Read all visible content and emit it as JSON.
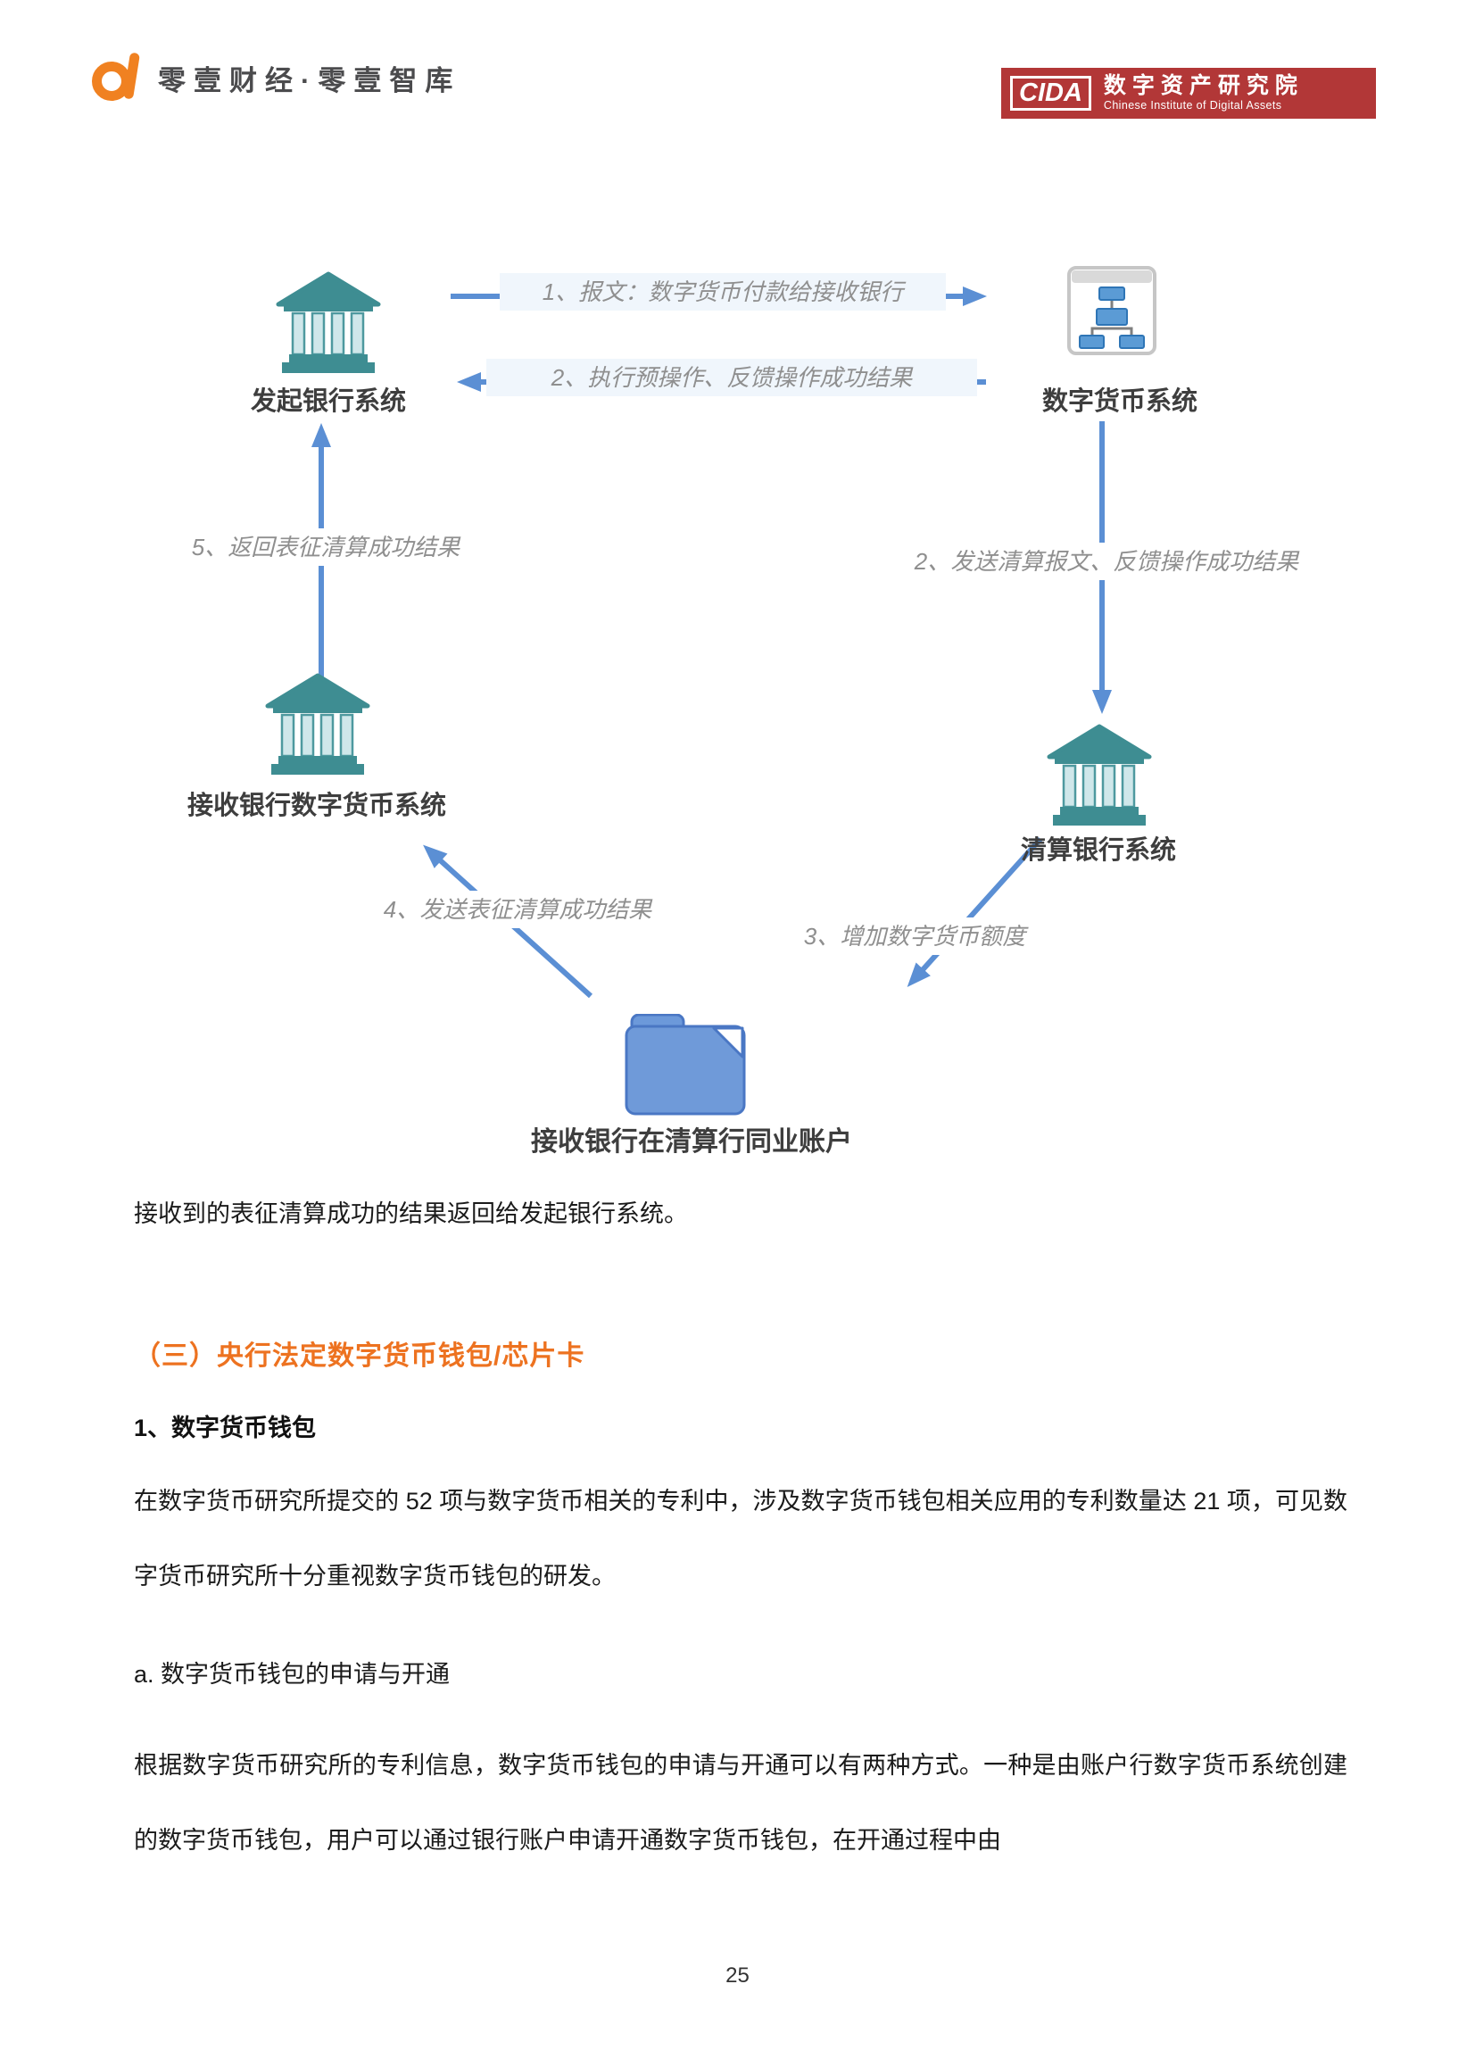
{
  "header": {
    "brand_left": "零壹财经·零壹智库",
    "cida": {
      "acronym": "CIDA",
      "cn": "数字资产研究院",
      "en": "Chinese Institute of Digital Assets"
    }
  },
  "diagram": {
    "nodes": {
      "originating_bank": "发起银行系统",
      "digital_currency_system": "数字货币系统",
      "receiving_bank_dcs": "接收银行数字货币系统",
      "clearing_bank": "清算银行系统",
      "interbank_account": "接收银行在清算行同业账户"
    },
    "arrows": {
      "step1": "1、报文：数字货币付款给接收银行",
      "step2_feedback": "2、执行预操作、反馈操作成功结果",
      "step2_clearing": "2、发送清算报文、反馈操作成功结果",
      "step3": "3、增加数字货币额度",
      "step4": "4、发送表征清算成功结果",
      "step5": "5、返回表征清算成功结果"
    },
    "colors": {
      "arrow_blue": "#5B8FD4",
      "bank_teal": "#3E8D92",
      "folder_blue": "#6C99DA",
      "label_gray": "#8F8F8F"
    }
  },
  "main": {
    "p1": "接收到的表征清算成功的结果返回给发起银行系统。",
    "section_heading": "（三）央行法定数字货币钱包/芯片卡",
    "sub_heading": "1、数字货币钱包",
    "p2": "在数字货币研究所提交的 52 项与数字货币相关的专利中，涉及数字货币钱包相关应用的专利数量达 21 项，可见数字货币研究所十分重视数字货币钱包的研发。",
    "item_a": "a. 数字货币钱包的申请与开通",
    "p3": "根据数字货币研究所的专利信息，数字货币钱包的申请与开通可以有两种方式。一种是由账户行数字货币系统创建的数字货币钱包，用户可以通过银行账户申请开通数字货币钱包，在开通过程中由"
  },
  "colors": {
    "accent_orange": "#F08121",
    "heading_orange": "#ED7220",
    "cida_red": "#B23737"
  },
  "footer": {
    "page_number": "25"
  }
}
